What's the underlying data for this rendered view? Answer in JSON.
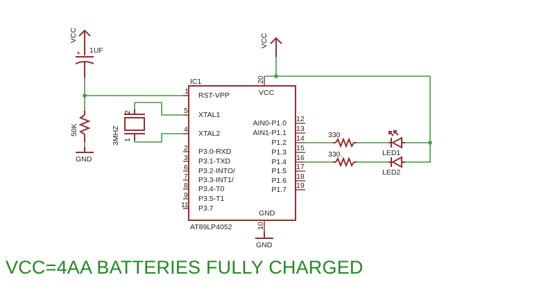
{
  "ic": {
    "ref": "IC1",
    "part": "AT89LP4052",
    "pins_left": [
      {
        "num": "1",
        "name": "RST-VPP"
      },
      {
        "num": "5",
        "name": "XTAL1"
      },
      {
        "num": "4",
        "name": "XTAL2"
      },
      {
        "num": "2",
        "name": "P3.0-RXD"
      },
      {
        "num": "3",
        "name": "P3.1-TXD"
      },
      {
        "num": "6",
        "name": "P3.2-INTO/"
      },
      {
        "num": "7",
        "name": "P3.3-INT1/"
      },
      {
        "num": "8",
        "name": "P3.4-T0"
      },
      {
        "num": "9",
        "name": "P3.5-T1"
      },
      {
        "num": "11",
        "name": "P3.7"
      }
    ],
    "pins_right": [
      {
        "num": "12",
        "name": "AIN0-P1.0"
      },
      {
        "num": "13",
        "name": "AIN1-P1.1"
      },
      {
        "num": "14",
        "name": "P1.2"
      },
      {
        "num": "15",
        "name": "P1.3"
      },
      {
        "num": "16",
        "name": "P1.4"
      },
      {
        "num": "17",
        "name": "P1.5"
      },
      {
        "num": "18",
        "name": "P1.6"
      },
      {
        "num": "19",
        "name": "P1.7"
      }
    ],
    "pin_vcc": {
      "num": "20",
      "name": "VCC"
    },
    "pin_gnd": {
      "num": "10",
      "name": "GND"
    }
  },
  "components": {
    "cap_value": "1UF",
    "resistor_value": "50K",
    "crystal_value": "3MHZ",
    "crystal_pin_a": "2",
    "crystal_pin_b": "1",
    "r_led1_value": "330",
    "r_led2_value": "330.",
    "led1_label": "LED1",
    "led2_label": "LED2"
  },
  "supplies": {
    "vcc_left": "VCC",
    "vcc_top": "VCC",
    "gnd_left": "GND",
    "gnd_bottom": "GND"
  },
  "caption": "VCC=4AA BATTERIES FULLY CHARGED",
  "colors": {
    "wire": "#3c9c3c",
    "part": "#9a2a2a",
    "caption": "#1f8a1f"
  }
}
